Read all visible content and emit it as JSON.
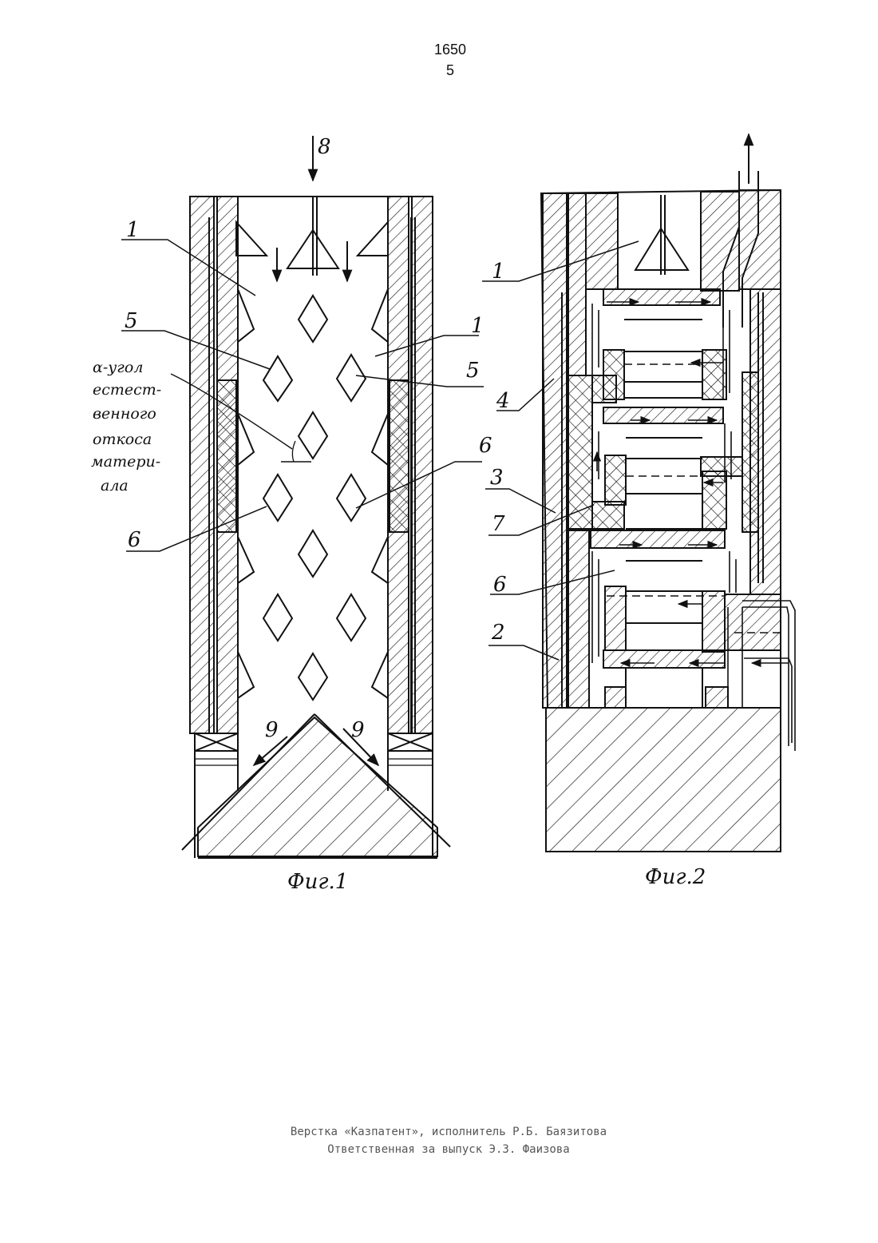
{
  "header": {
    "patent_number": "1650",
    "page_number": "5"
  },
  "figure1": {
    "caption": "Фиг.1",
    "labels": {
      "l8": "8",
      "l1a": "1",
      "l1b": "1",
      "l5a": "5",
      "l5b": "5",
      "l6a": "6",
      "l6b": "6",
      "l9a": "9",
      "l9b": "9"
    },
    "note_lines": [
      "α-угол",
      "естест-",
      "венного",
      "откоса",
      "матери-",
      "ала"
    ]
  },
  "figure2": {
    "caption": "Фиг.2",
    "labels": {
      "l1": "1",
      "l4": "4",
      "l3": "3",
      "l7": "7",
      "l6": "6",
      "l2": "2"
    }
  },
  "footer": {
    "line1": "Верстка «Казпатент», исполнитель Р.Б. Баязитова",
    "line2": "Ответственная за выпуск Э.З. Фаизова"
  }
}
